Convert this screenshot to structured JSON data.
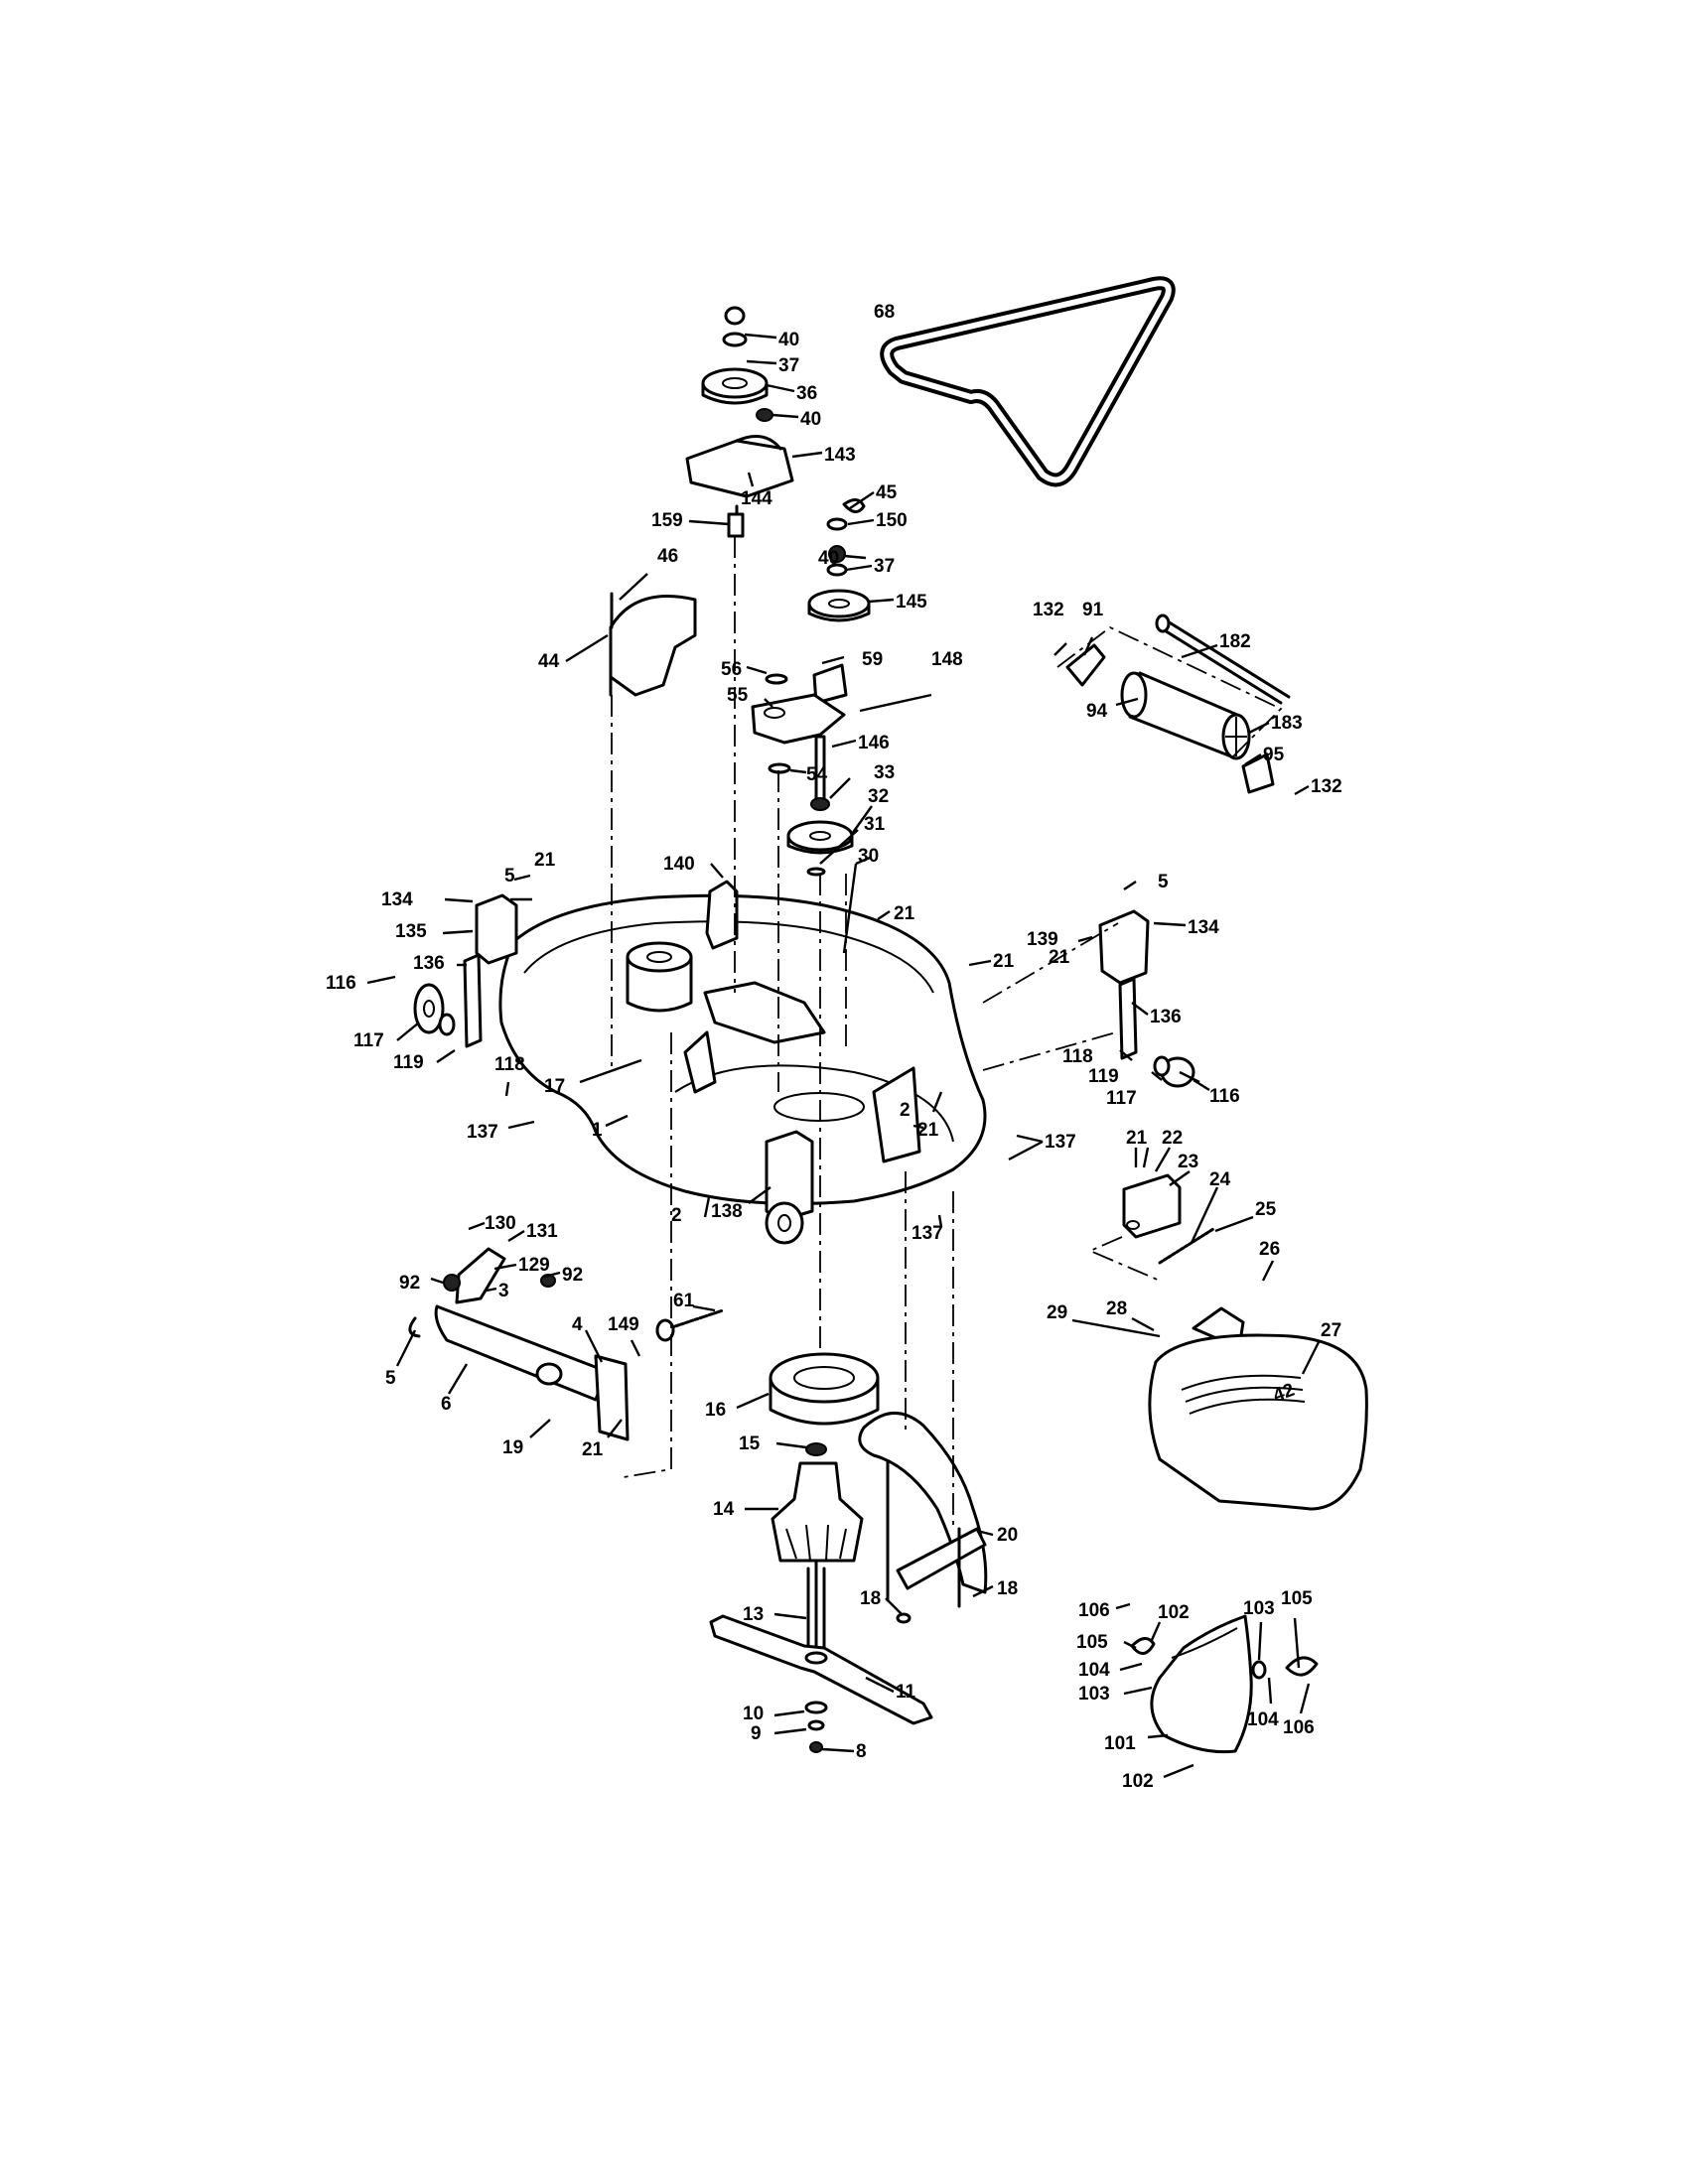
{
  "labels": [
    {
      "id": "l68",
      "text": "68"
    },
    {
      "id": "l40a",
      "text": "40"
    },
    {
      "id": "l37a",
      "text": "37"
    },
    {
      "id": "l36",
      "text": "36"
    },
    {
      "id": "l40b",
      "text": "40"
    },
    {
      "id": "l143",
      "text": "143"
    },
    {
      "id": "l144",
      "text": "144"
    },
    {
      "id": "l159",
      "text": "159"
    },
    {
      "id": "l45",
      "text": "45"
    },
    {
      "id": "l150",
      "text": "150"
    },
    {
      "id": "l40c",
      "text": "40"
    },
    {
      "id": "l37b",
      "text": "37"
    },
    {
      "id": "l145",
      "text": "145"
    },
    {
      "id": "l46",
      "text": "46"
    },
    {
      "id": "l44",
      "text": "44"
    },
    {
      "id": "l56",
      "text": "56"
    },
    {
      "id": "l59",
      "text": "59"
    },
    {
      "id": "l148",
      "text": "148"
    },
    {
      "id": "l55",
      "text": "55"
    },
    {
      "id": "l146",
      "text": "146"
    },
    {
      "id": "l54",
      "text": "54"
    },
    {
      "id": "l33",
      "text": "33"
    },
    {
      "id": "l32",
      "text": "32"
    },
    {
      "id": "l31",
      "text": "31"
    },
    {
      "id": "l30",
      "text": "30"
    },
    {
      "id": "l132a",
      "text": "132"
    },
    {
      "id": "l91",
      "text": "91"
    },
    {
      "id": "l182",
      "text": "182"
    },
    {
      "id": "l94",
      "text": "94"
    },
    {
      "id": "l183",
      "text": "183"
    },
    {
      "id": "l95",
      "text": "95"
    },
    {
      "id": "l132b",
      "text": "132"
    },
    {
      "id": "l140",
      "text": "140"
    },
    {
      "id": "l5a",
      "text": "5"
    },
    {
      "id": "l21a",
      "text": "21"
    },
    {
      "id": "l134a",
      "text": "134"
    },
    {
      "id": "l135",
      "text": "135"
    },
    {
      "id": "l136a",
      "text": "136"
    },
    {
      "id": "l116a",
      "text": "116"
    },
    {
      "id": "l117a",
      "text": "117"
    },
    {
      "id": "l119a",
      "text": "119"
    },
    {
      "id": "l118a",
      "text": "118"
    },
    {
      "id": "l17",
      "text": "17"
    },
    {
      "id": "l137a",
      "text": "137"
    },
    {
      "id": "l1",
      "text": "1"
    },
    {
      "id": "l21b",
      "text": "21"
    },
    {
      "id": "l21c",
      "text": "21"
    },
    {
      "id": "l5b",
      "text": "5"
    },
    {
      "id": "l139",
      "text": "139"
    },
    {
      "id": "l134b",
      "text": "134"
    },
    {
      "id": "l21d",
      "text": "21"
    },
    {
      "id": "l136b",
      "text": "136"
    },
    {
      "id": "l118b",
      "text": "118"
    },
    {
      "id": "l119b",
      "text": "119"
    },
    {
      "id": "l117b",
      "text": "117"
    },
    {
      "id": "l116b",
      "text": "116"
    },
    {
      "id": "l2a",
      "text": "2"
    },
    {
      "id": "l21e",
      "text": "21"
    },
    {
      "id": "l137b",
      "text": "137"
    },
    {
      "id": "l137c",
      "text": "137"
    },
    {
      "id": "l2b",
      "text": "2"
    },
    {
      "id": "l138",
      "text": "138"
    },
    {
      "id": "l21f",
      "text": "21"
    },
    {
      "id": "l22",
      "text": "22"
    },
    {
      "id": "l23",
      "text": "23"
    },
    {
      "id": "l24",
      "text": "24"
    },
    {
      "id": "l25",
      "text": "25"
    },
    {
      "id": "l26",
      "text": "26"
    },
    {
      "id": "l27",
      "text": "27"
    },
    {
      "id": "l28",
      "text": "28"
    },
    {
      "id": "l29",
      "text": "29"
    },
    {
      "id": "l130",
      "text": "130"
    },
    {
      "id": "l131",
      "text": "131"
    },
    {
      "id": "l129",
      "text": "129"
    },
    {
      "id": "l92a",
      "text": "92"
    },
    {
      "id": "l3",
      "text": "3"
    },
    {
      "id": "l92b",
      "text": "92"
    },
    {
      "id": "l5c",
      "text": "5"
    },
    {
      "id": "l6",
      "text": "6"
    },
    {
      "id": "l4",
      "text": "4"
    },
    {
      "id": "l149",
      "text": "149"
    },
    {
      "id": "l61",
      "text": "61"
    },
    {
      "id": "l19",
      "text": "19"
    },
    {
      "id": "l21g",
      "text": "21"
    },
    {
      "id": "l16",
      "text": "16"
    },
    {
      "id": "l15",
      "text": "15"
    },
    {
      "id": "l14",
      "text": "14"
    },
    {
      "id": "l20",
      "text": "20"
    },
    {
      "id": "l18a",
      "text": "18"
    },
    {
      "id": "l18b",
      "text": "18"
    },
    {
      "id": "l13",
      "text": "13"
    },
    {
      "id": "l11",
      "text": "11"
    },
    {
      "id": "l10",
      "text": "10"
    },
    {
      "id": "l9",
      "text": "9"
    },
    {
      "id": "l8",
      "text": "8"
    },
    {
      "id": "l106a",
      "text": "106"
    },
    {
      "id": "l102a",
      "text": "102"
    },
    {
      "id": "l103a",
      "text": "103"
    },
    {
      "id": "l105a",
      "text": "105"
    },
    {
      "id": "l105b",
      "text": "105"
    },
    {
      "id": "l104a",
      "text": "104"
    },
    {
      "id": "l103b",
      "text": "103"
    },
    {
      "id": "l104b",
      "text": "104"
    },
    {
      "id": "l106b",
      "text": "106"
    },
    {
      "id": "l101",
      "text": "101"
    },
    {
      "id": "l102b",
      "text": "102"
    }
  ],
  "deck_logo": "42",
  "colors": {
    "ink": "#000000",
    "paper": "#ffffff"
  }
}
